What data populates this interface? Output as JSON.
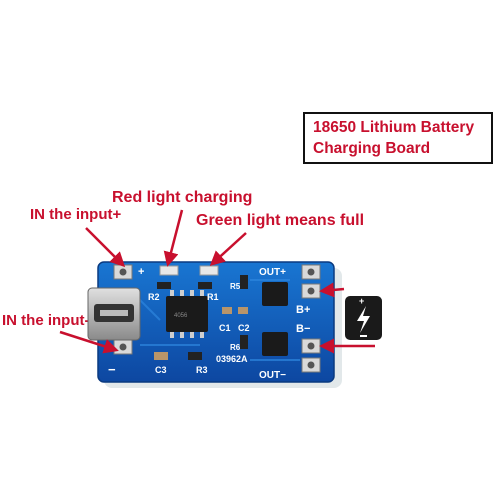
{
  "title": {
    "line1": "18650 Lithium Battery",
    "line2": "Charging Board"
  },
  "annotations": {
    "red_light": "Red light charging",
    "in_plus": "IN the input+",
    "green_light": "Green light means full",
    "in_minus": "IN the input-"
  },
  "board": {
    "plus": "+",
    "minus": "−",
    "out_plus": "OUT+",
    "out_minus": "OUT−",
    "b_plus": "B+",
    "b_minus": "B−",
    "r1": "R1",
    "r2": "R2",
    "r3": "R3",
    "r5": "R5",
    "r6": "R6",
    "c1": "C1",
    "c2": "C2",
    "c3": "C3",
    "model": "03962A",
    "ic_text": "4056"
  },
  "colors": {
    "accent": "#c8102e",
    "pcb": "#1565c0",
    "pcb_dark": "#0d47a1"
  },
  "icons": {
    "battery": "battery-charging-icon"
  }
}
